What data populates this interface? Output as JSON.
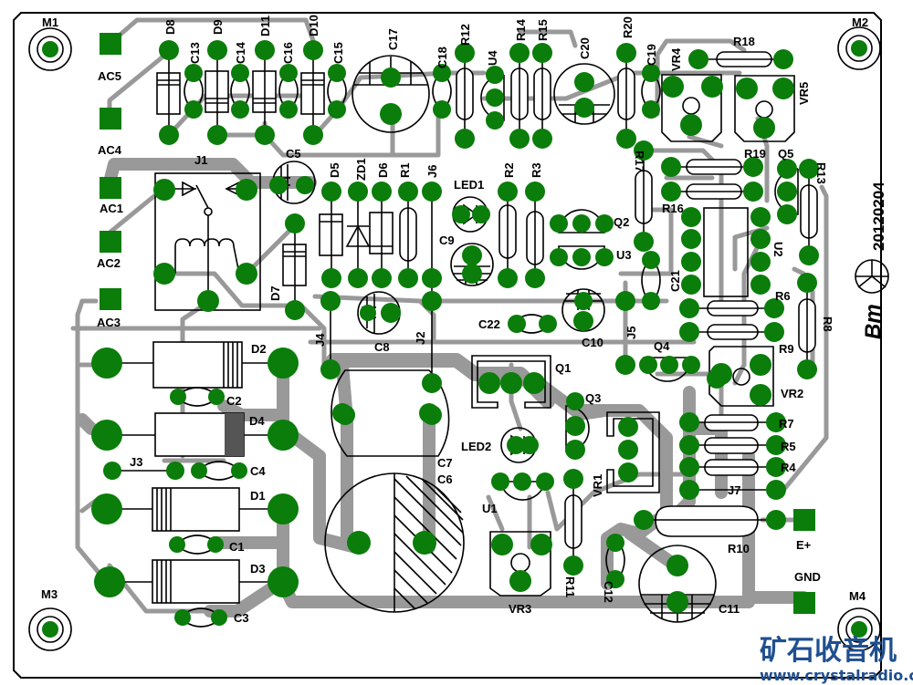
{
  "board": {
    "date_code": "20120204",
    "logo_text": "Bm",
    "colors": {
      "pad": "#0a7d0a",
      "trace": "#999999",
      "silkscreen": "#000000",
      "watermark": "#1f4f8f"
    }
  },
  "mounting_holes": [
    "M1",
    "M2",
    "M3",
    "M4"
  ],
  "connectors": {
    "ac": [
      "AC5",
      "AC4",
      "AC1",
      "AC2",
      "AC3"
    ],
    "power": [
      "E+",
      "GND"
    ]
  },
  "labels": {
    "D8": "D8",
    "D9": "D9",
    "D11": "D11",
    "D10": "D10",
    "C13": "C13",
    "C14": "C14",
    "C16": "C16",
    "C15": "C15",
    "C17": "C17",
    "C18": "C18",
    "R12": "R12",
    "U4": "U4",
    "R14": "R14",
    "R15": "R15",
    "C20": "C20",
    "R20": "R20",
    "C19": "C19",
    "VR4": "VR4",
    "R18": "R18",
    "VR5": "VR5",
    "J1": "J1",
    "C5": "C5",
    "D5": "D5",
    "ZD1": "ZD1",
    "D6": "D6",
    "R1": "R1",
    "J6": "J6",
    "LED1": "LED1",
    "R2": "R2",
    "R3": "R3",
    "Q2": "Q2",
    "U3": "U3",
    "C9": "C9",
    "R17": "R17",
    "R16": "R16",
    "R19": "R19",
    "Q5": "Q5",
    "R13": "R13",
    "C21": "C21",
    "U2": "U2",
    "D7": "D7",
    "C8": "C8",
    "J4": "J4",
    "J2": "J2",
    "C22": "C22",
    "C10": "C10",
    "J5": "J5",
    "R6": "R6",
    "R8": "R8",
    "R9": "R9",
    "Q4": "Q4",
    "VR2": "VR2",
    "D2": "D2",
    "C2": "C2",
    "D4": "D4",
    "J3": "J3",
    "C4": "C4",
    "D1": "D1",
    "C1": "C1",
    "D3": "D3",
    "C3": "C3",
    "Q1": "Q1",
    "Q3": "Q3",
    "LED2": "LED2",
    "C7": "C7",
    "C6": "C6",
    "U1": "U1",
    "VR1": "VR1",
    "R7": "R7",
    "R5": "R5",
    "R4": "R4",
    "J7": "J7",
    "R10": "R10",
    "VR3": "VR3",
    "R11": "R11",
    "C12": "C12",
    "C11": "C11"
  },
  "watermark": {
    "title": "矿石收音机",
    "url": "www.crystalradio.cn"
  }
}
